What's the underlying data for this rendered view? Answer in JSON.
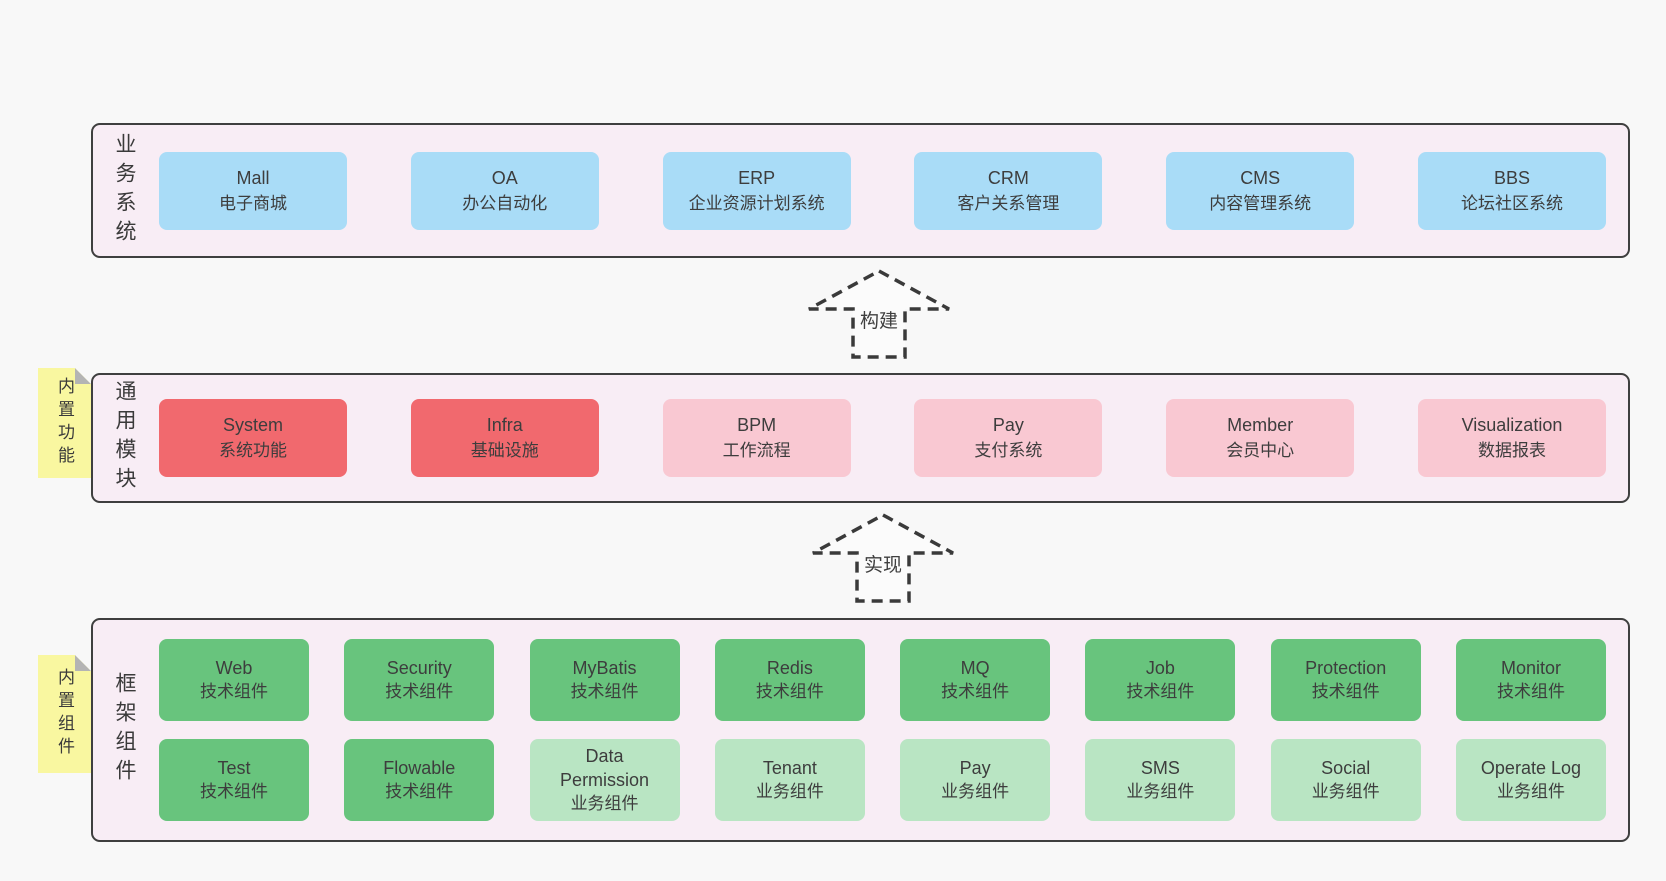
{
  "colors": {
    "page_bg": "#f8f8f8",
    "panel_bg": "#f8edf5",
    "panel_border": "#3f3f3f",
    "blue": "#a9dcf7",
    "red": "#f1696e",
    "pink": "#f9c8d2",
    "green_dark": "#68c47d",
    "green_light": "#b9e5c3",
    "note_yellow": "#f9f7a0",
    "note_fold": "#b4b4b4",
    "text": "#3b3b3b"
  },
  "arrows": {
    "build": "构建",
    "implement": "实现"
  },
  "bands": {
    "business": {
      "label": "业务系统",
      "boxes": [
        {
          "name": "Mall",
          "desc": "电子商城"
        },
        {
          "name": "OA",
          "desc": "办公自动化"
        },
        {
          "name": "ERP",
          "desc": "企业资源计划系统"
        },
        {
          "name": "CRM",
          "desc": "客户关系管理"
        },
        {
          "name": "CMS",
          "desc": "内容管理系统"
        },
        {
          "name": "BBS",
          "desc": "论坛社区系统"
        }
      ]
    },
    "modules": {
      "label": "通用模块",
      "note": "内置功能",
      "boxes": [
        {
          "name": "System",
          "desc": "系统功能"
        },
        {
          "name": "Infra",
          "desc": "基础设施"
        },
        {
          "name": "BPM",
          "desc": "工作流程"
        },
        {
          "name": "Pay",
          "desc": "支付系统"
        },
        {
          "name": "Member",
          "desc": "会员中心"
        },
        {
          "name": "Visualization",
          "desc": "数据报表"
        }
      ]
    },
    "framework": {
      "label": "框架组件",
      "note": "内置组件",
      "row1": [
        {
          "name": "Web",
          "desc": "技术组件"
        },
        {
          "name": "Security",
          "desc": "技术组件"
        },
        {
          "name": "MyBatis",
          "desc": "技术组件"
        },
        {
          "name": "Redis",
          "desc": "技术组件"
        },
        {
          "name": "MQ",
          "desc": "技术组件"
        },
        {
          "name": "Job",
          "desc": "技术组件"
        },
        {
          "name": "Protection",
          "desc": "技术组件"
        },
        {
          "name": "Monitor",
          "desc": "技术组件"
        }
      ],
      "row2": [
        {
          "name": "Test",
          "desc": "技术组件"
        },
        {
          "name": "Flowable",
          "desc": "技术组件"
        },
        {
          "name": "Data Permission",
          "desc": "业务组件"
        },
        {
          "name": "Tenant",
          "desc": "业务组件"
        },
        {
          "name": "Pay",
          "desc": "业务组件"
        },
        {
          "name": "SMS",
          "desc": "业务组件"
        },
        {
          "name": "Social",
          "desc": "业务组件"
        },
        {
          "name": "Operate Log",
          "desc": "业务组件"
        }
      ]
    }
  }
}
